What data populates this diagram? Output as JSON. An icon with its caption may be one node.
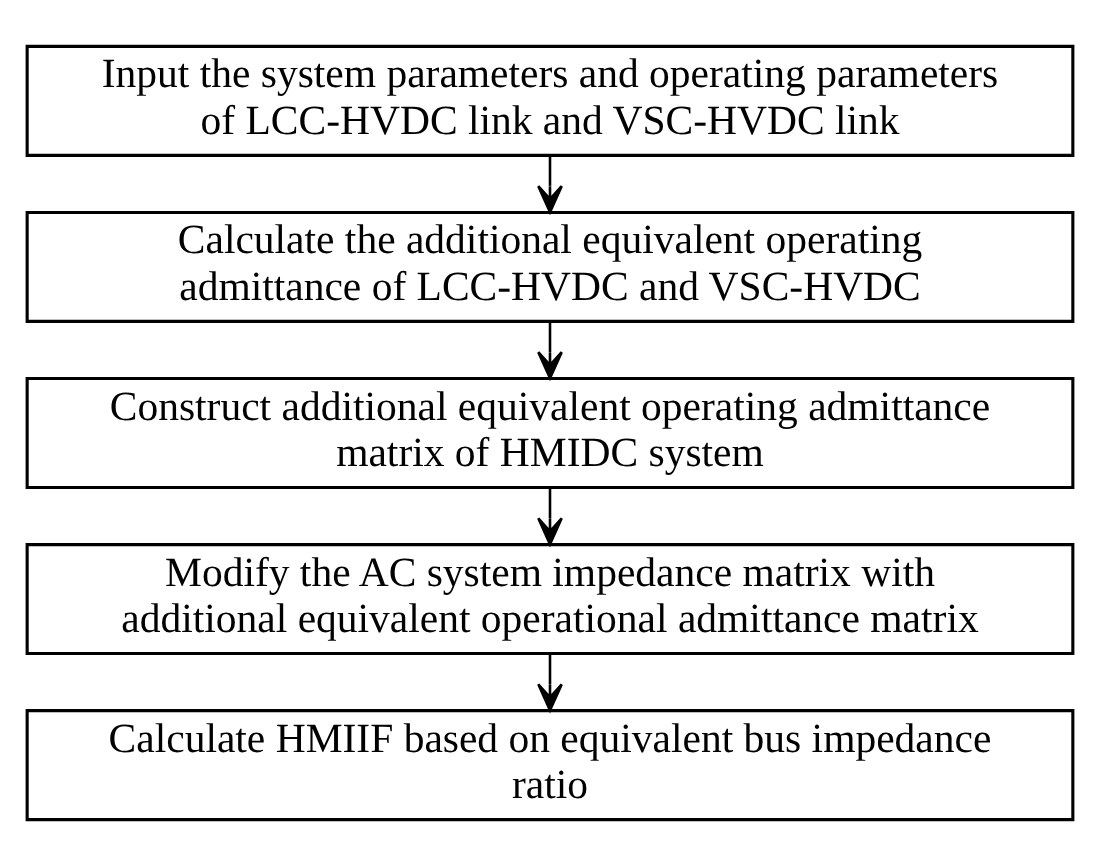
{
  "diagram": {
    "nodes": [
      {
        "text": [
          "Input the system parameters and operating parameters of LCC-HVDC link and VSC-HVDC link"
        ]
      },
      {
        "text": [
          "Calculate the additional equivalent operating admittance of LCC-HVDC and VSC-HVDC"
        ]
      },
      {
        "text": [
          "Construct additional equivalent operating admittance matrix of HMIDC system"
        ]
      },
      {
        "text": [
          "Modify the AC system impedance matrix with additional equivalent operational admittance matrix"
        ]
      },
      {
        "text": [
          "Calculate HMIIF based on equivalent bus impedance ratio"
        ]
      }
    ],
    "edges": [
      {
        "from": 0,
        "to": 1,
        "arrow": "to"
      },
      {
        "from": 1,
        "to": 2,
        "arrow": "to"
      },
      {
        "from": 2,
        "to": 3,
        "arrow": "to"
      },
      {
        "from": 3,
        "to": 4,
        "arrow": "to"
      }
    ]
  }
}
